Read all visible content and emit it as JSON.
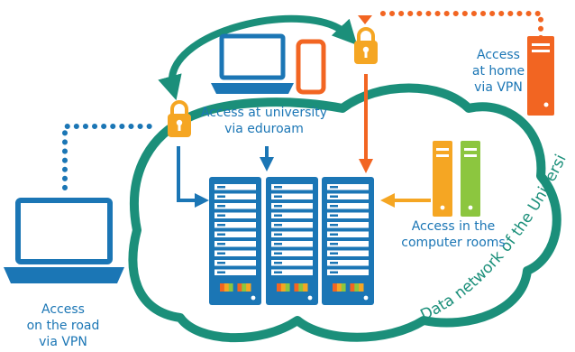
{
  "labels": {
    "university": [
      "Access at university",
      "via eduroam"
    ],
    "home": [
      "Access",
      "at home",
      "via VPN"
    ],
    "road": [
      "Access",
      "on the road",
      "via VPN"
    ],
    "rooms": [
      "Access in the",
      "computer rooms"
    ],
    "network": "Data network of the University"
  },
  "colors": {
    "blue": "#1b76b5",
    "teal": "#1b8f7a",
    "orange": "#f26522",
    "yellow": "#f5a623",
    "green": "#8cc63f",
    "white": "#ffffff"
  },
  "icons": [
    "laptop-icon",
    "phone-icon",
    "lock-icon",
    "server-icon",
    "tower-computer-icon"
  ]
}
